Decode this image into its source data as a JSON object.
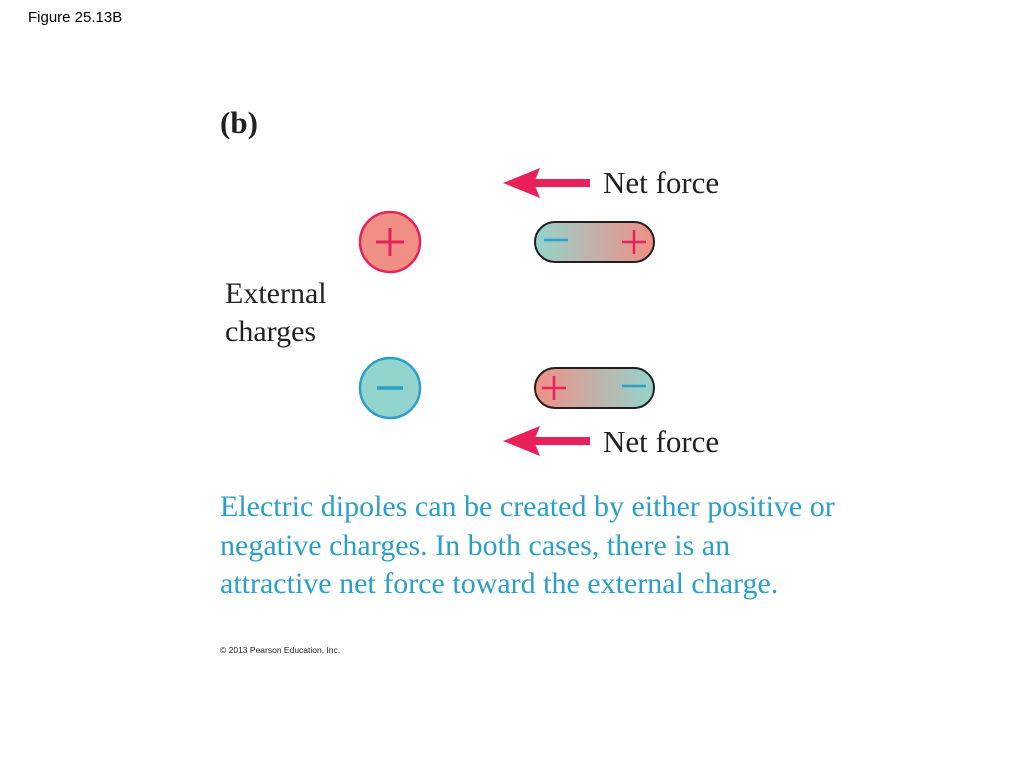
{
  "figure_label": "Figure 25.13B",
  "panel_label": "(b)",
  "net_force_top": "Net force",
  "net_force_bottom": "Net force",
  "external_label_line1": "External",
  "external_label_line2": "charges",
  "positive_sign": "+",
  "negative_sign": "−",
  "caption": "Electric dipoles can be created by either positive or negative charges. In both cases, there is an attractive net force toward the external charge.",
  "copyright": "© 2013 Pearson Education, Inc.",
  "colors": {
    "arrow": "#e8215a",
    "positive_fill": "#f08f85",
    "positive_stroke": "#e8215a",
    "negative_fill": "#93d4cc",
    "negative_stroke": "#2a9fc9",
    "caption_text": "#2a9fc9"
  },
  "icons": {
    "net_force_arrow": "left-arrow-icon",
    "positive_charge": "positive-charge-icon",
    "negative_charge": "negative-charge-icon",
    "dipole": "dipole-icon"
  }
}
